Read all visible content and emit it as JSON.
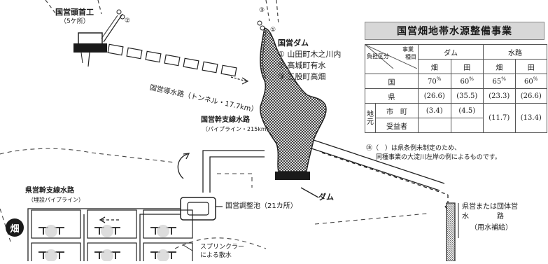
{
  "diagram": {
    "labels": {
      "headworks": "国営頭首工",
      "headworks_count": "（5ケ所）",
      "dam_title": "国営ダム",
      "dam_items": [
        "① 山田町木之川内",
        "② 高城町有水",
        "③ 三股町高畑"
      ],
      "conduit": "国営導水路（トンネル・17.7km）",
      "branch_canal": "国営幹支線水路",
      "branch_canal_sub": "（パイプライン・215km）",
      "pref_canal": "県営幹支線水路",
      "pref_canal_sub": "（埋設パイプライン）",
      "reservoir": "国営調整池（21カ所）",
      "dam": "ダム",
      "sprinkler_1": "スプリンクラー",
      "sprinkler_2": "による散水",
      "field": "畑",
      "water_supply_1": "県営または団体営",
      "water_supply_2": "水　　　　路",
      "water_supply_3": "（用水補給）",
      "circled_1": "①",
      "circled_2": "②",
      "circled_3": "③"
    },
    "table": {
      "title": "国営畑地帯水源整備事業",
      "corner_top": "事業",
      "corner_mid": "負担区分",
      "corner_side": "種目",
      "col_dam": "ダム",
      "col_canal": "水路",
      "sub_cols": [
        "畑",
        "田",
        "畑",
        "田"
      ],
      "pct_sign": "%",
      "rows": [
        {
          "label": "国",
          "values": [
            "70",
            "60",
            "65",
            "60"
          ]
        },
        {
          "label": "県",
          "values": [
            "(26.6)",
            "(35.5)",
            "(23.3)",
            "(26.6)"
          ]
        }
      ],
      "local_label_1": "地",
      "local_label_2": "元",
      "town_label": "市　町",
      "beneficiary_label": "受益者",
      "town_values": [
        "(3.4)",
        "(4.5)"
      ],
      "merged_values": [
        "(11.7)",
        "(13.4)"
      ],
      "note_1": "㊟（　）は県条例未制定のため、",
      "note_2": "同種事業の大淀川左岸の例によるものです。"
    }
  }
}
